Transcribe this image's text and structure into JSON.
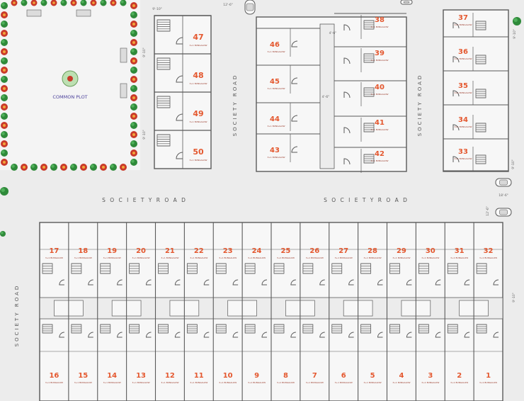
{
  "colors": {
    "background": "#ececec",
    "wall": "#5a5a5a",
    "unit_number": "#e4582f",
    "unit_label": "#9a3a2a",
    "road_label": "#555555",
    "common_plot_label": "#4a3f9a",
    "tree": "#2f8a3a",
    "flower": "#c93a2a"
  },
  "common_plot": {
    "label": "COMMON PLOT"
  },
  "road_labels": {
    "main_road_left": "S O C I E T Y   R O A D",
    "main_road_right": "S O C I E T Y   R O A D",
    "vertical_road_1": "SOCIETY ROAD",
    "vertical_road_2": "SOCIETY ROAD",
    "left_road": "SOCIETY ROAD"
  },
  "dimensions": {
    "d1": "9'-10\"",
    "d2": "9'-10\"",
    "d3": "9'-10\"",
    "d4": "12'-6\"",
    "d5": "18'-6\"",
    "d6": "12'-6\"",
    "d7": "9'-10\"",
    "d8": "9'-10\"",
    "d9": "4'-6\"",
    "d10": "4'-6\"",
    "d11": "9'-10\""
  },
  "bungalow_label": "3+1 BUNGALOW",
  "units": {
    "block_47_50": [
      "47",
      "48",
      "49",
      "50"
    ],
    "block_mid_left": [
      "46",
      "45",
      "44",
      "43"
    ],
    "block_mid_right": [
      "38",
      "39",
      "40",
      "41",
      "42"
    ],
    "block_right": [
      "37",
      "36",
      "35",
      "34",
      "33"
    ],
    "bottom_top_row": [
      "17",
      "18",
      "19",
      "20",
      "21",
      "22",
      "23",
      "24",
      "25",
      "26",
      "27",
      "28",
      "29",
      "30",
      "31",
      "32"
    ],
    "bottom_bottom_row": [
      "16",
      "15",
      "14",
      "13",
      "12",
      "11",
      "10",
      "9",
      "8",
      "7",
      "6",
      "5",
      "4",
      "3",
      "2",
      "1"
    ]
  }
}
